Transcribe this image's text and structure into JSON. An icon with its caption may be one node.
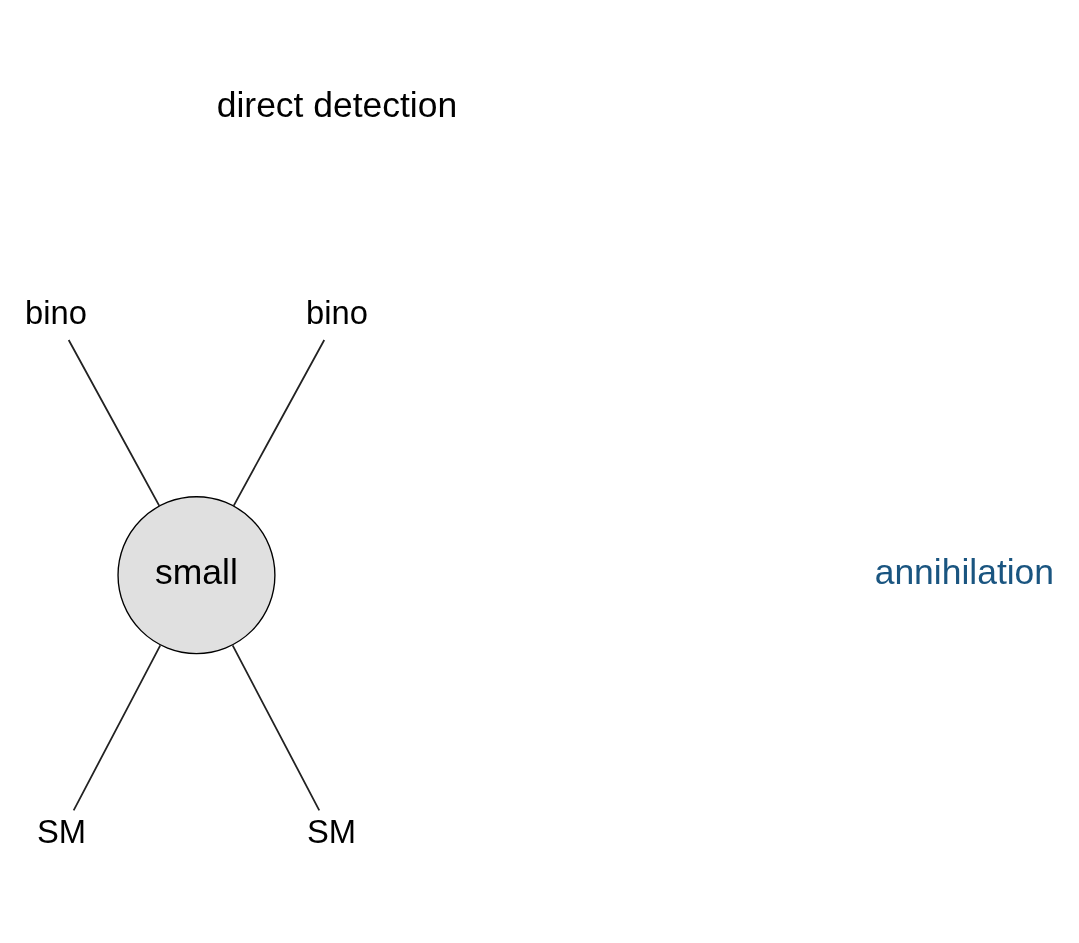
{
  "diagram": {
    "nodes": [
      {
        "text": [
          "bino"
        ]
      },
      {
        "text": [
          "bino"
        ]
      },
      {
        "text": [
          "small"
        ]
      },
      {
        "text": [
          "SM"
        ]
      },
      {
        "text": [
          "SM"
        ]
      }
    ],
    "edges": [
      {
        "from": 0,
        "to": 2,
        "arrow": "none"
      },
      {
        "from": 1,
        "to": 2,
        "arrow": "none"
      },
      {
        "from": 2,
        "to": 3,
        "arrow": "none"
      },
      {
        "from": 2,
        "to": 4,
        "arrow": "none"
      }
    ],
    "labels": [
      "direct detection",
      "annihilation"
    ]
  }
}
